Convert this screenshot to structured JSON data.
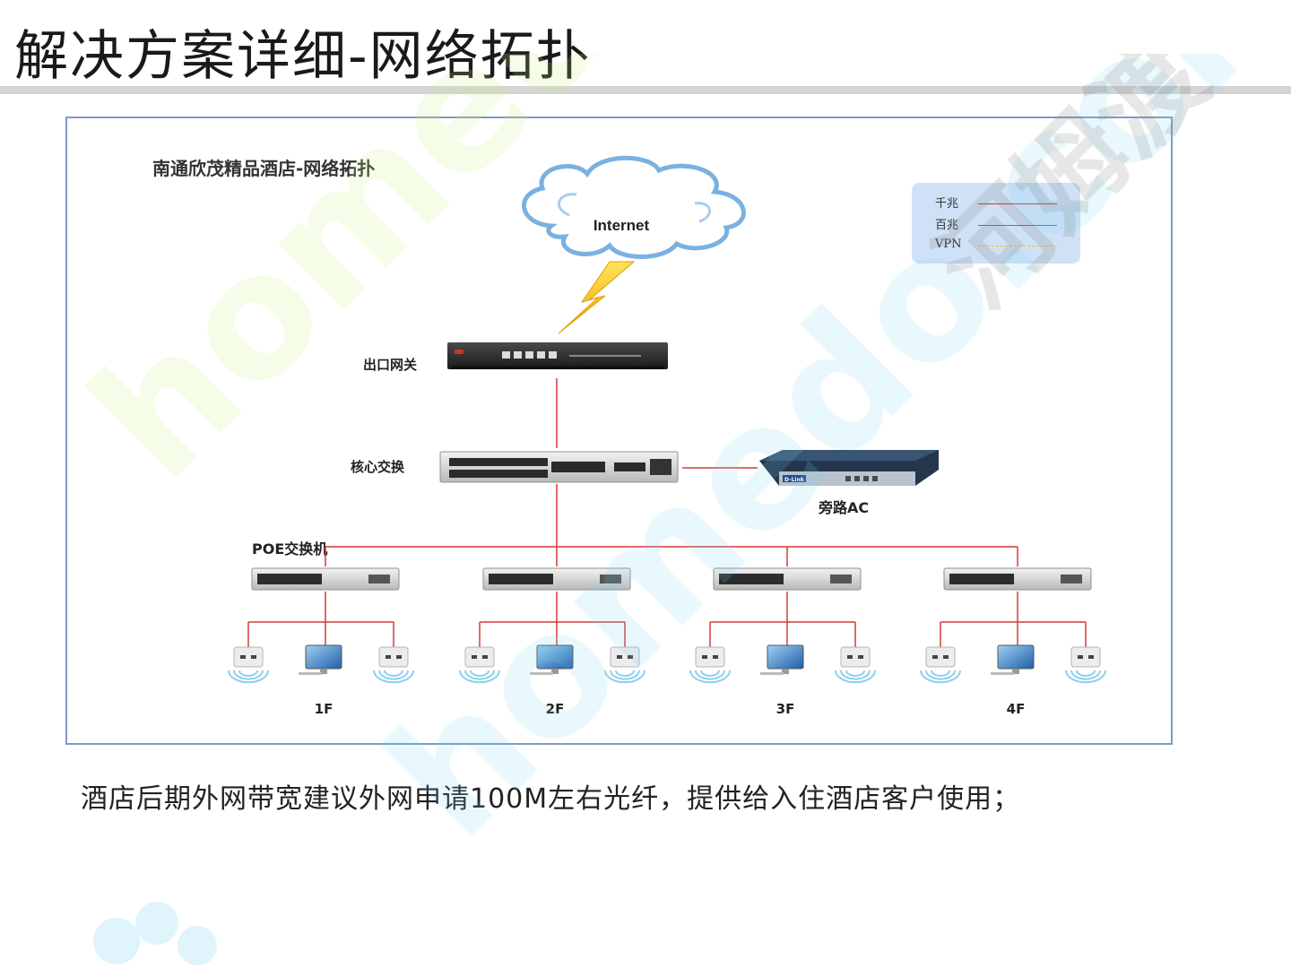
{
  "slide": {
    "title": "解决方案详细-网络拓扑",
    "caption": "酒店后期外网带宽建议外网申请100M左右光纤，提供给入住酒店客户使用；"
  },
  "diagram": {
    "title": "南通欣茂精品酒店-网络拓扑",
    "internet_label": "Internet",
    "gateway_label": "出口网关",
    "core_switch_label": "核心交换",
    "ac_label": "旁路AC",
    "ac_brand": "D-Link",
    "poe_label": "POE交换机",
    "floors": [
      "1F",
      "2F",
      "3F",
      "4F"
    ],
    "legend": [
      {
        "label": "千兆",
        "color": "#e0302f",
        "style": "solid"
      },
      {
        "label": "百兆",
        "color": "#2f7fd9",
        "style": "solid"
      },
      {
        "label": "VPN",
        "color": "#f0c020",
        "style": "dashed"
      }
    ]
  },
  "watermark": {
    "text": "homedo.com",
    "cn_text": "河姆渡"
  }
}
